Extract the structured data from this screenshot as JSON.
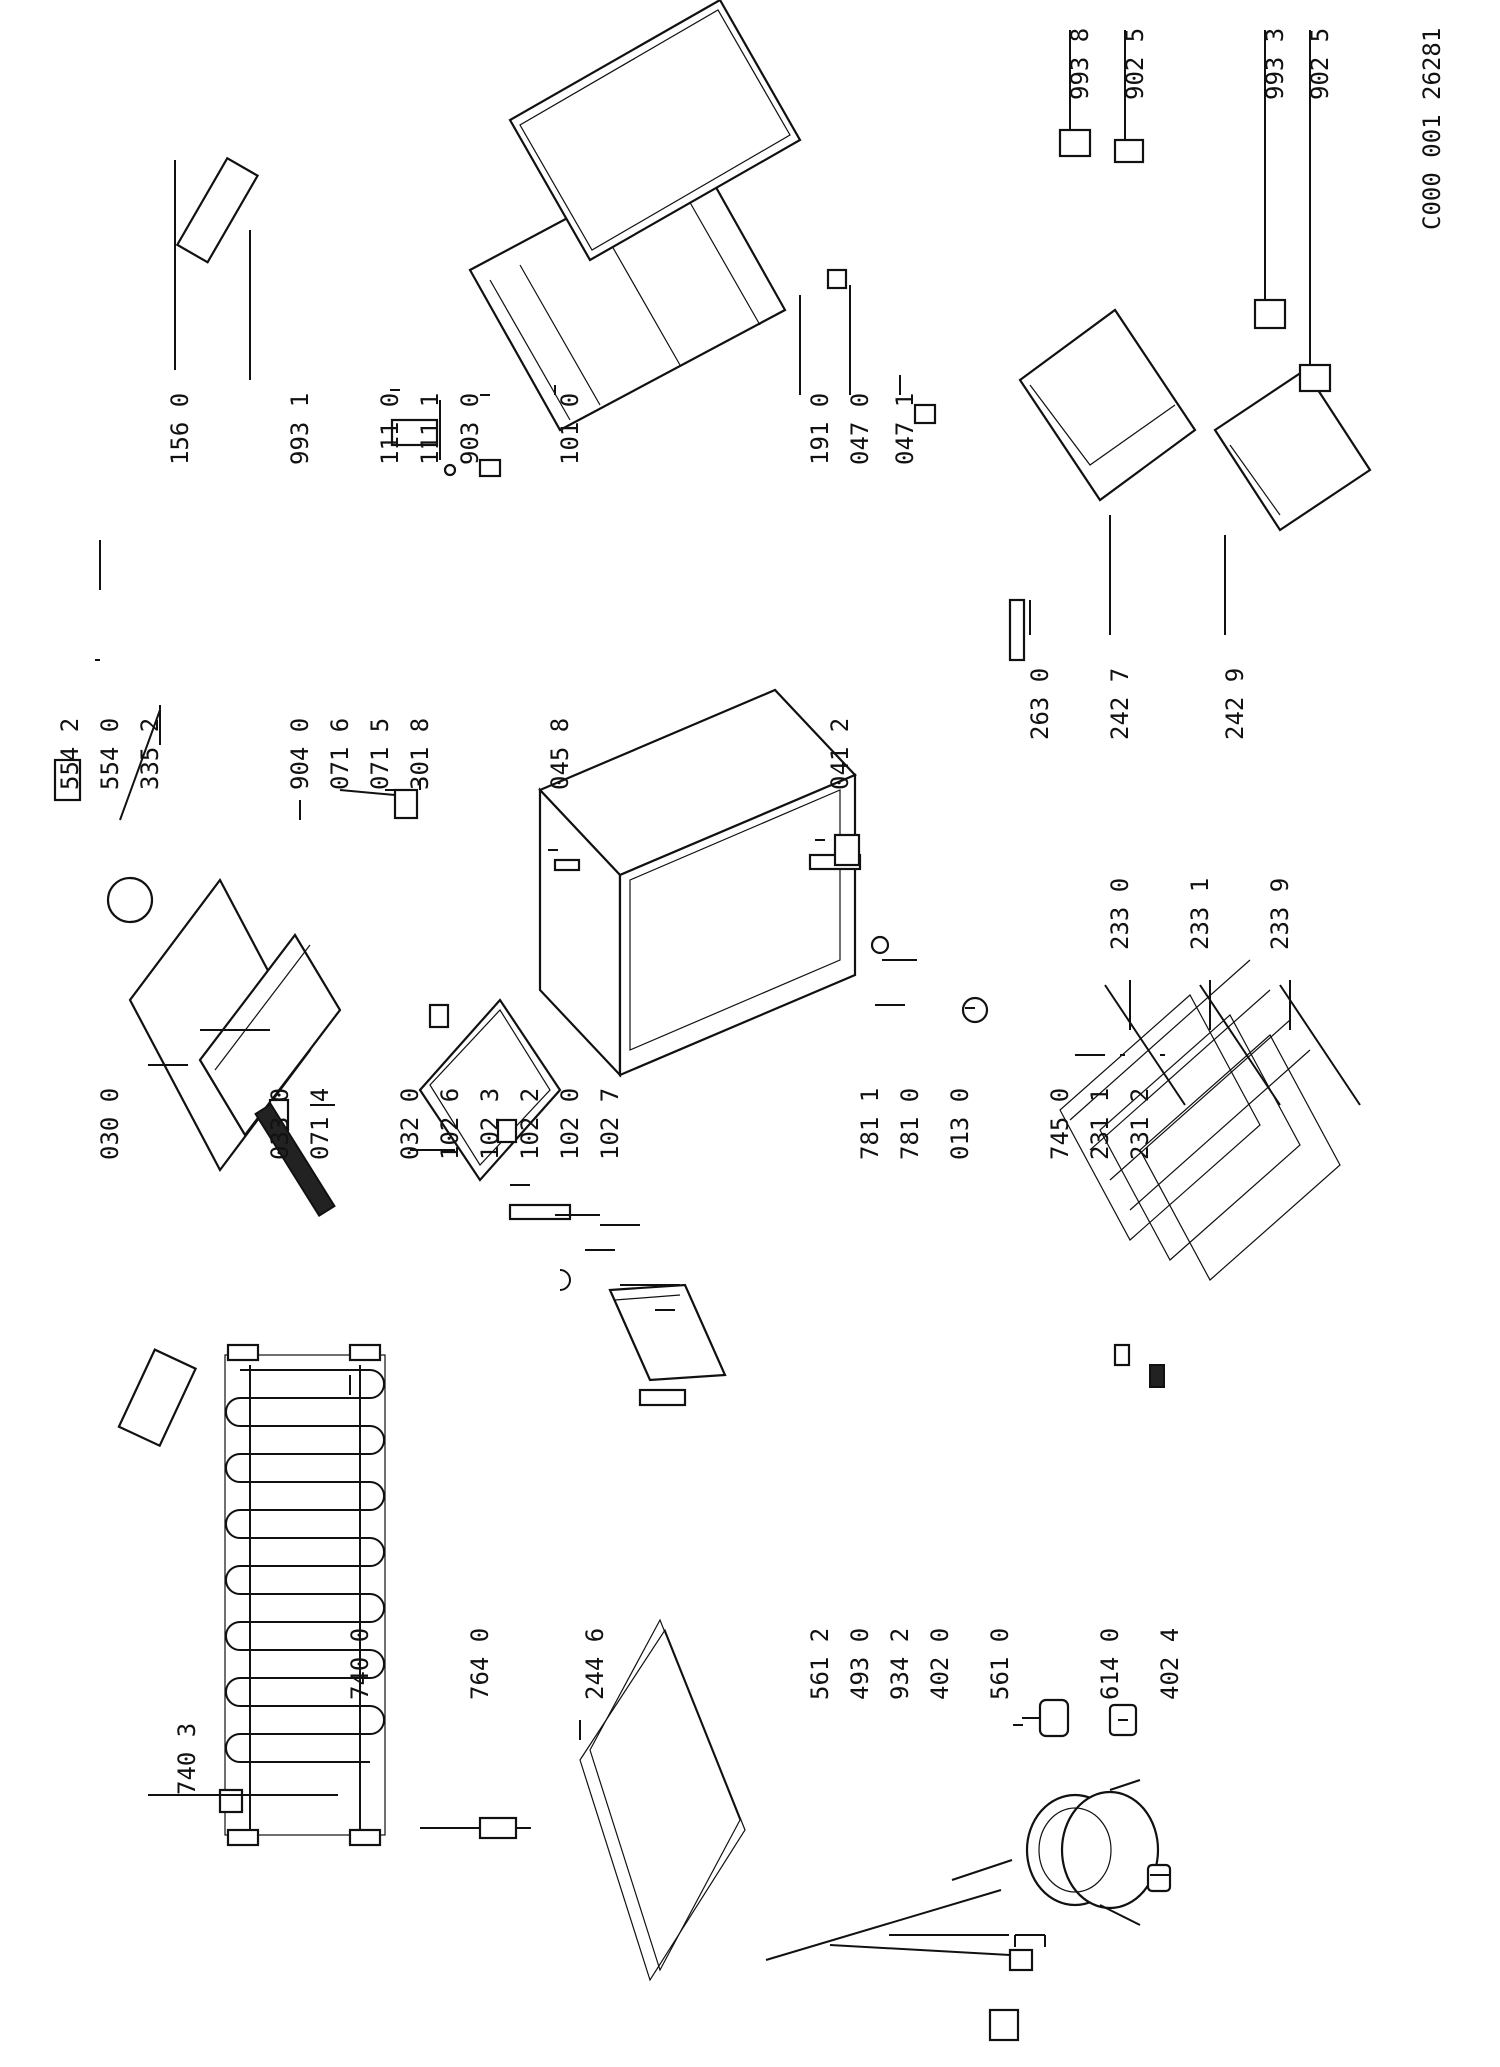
{
  "drawing_code": "C000 001 26281",
  "labels": {
    "l_740_3": "740 3",
    "l_740_0": "740 0",
    "l_764_0": "764 0",
    "l_244_6": "244 6",
    "l_561_2": "561 2",
    "l_493_0": "493 0",
    "l_934_2": "934 2",
    "l_402_0": "402 0",
    "l_561_0": "561 0",
    "l_614_0": "614 0",
    "l_402_4": "402 4",
    "l_030_0": "030 0",
    "l_033_0": "033 0",
    "l_071_4": "071 4",
    "l_032_0": "032 0",
    "l_102_6": "102 6",
    "l_102_3": "102 3",
    "l_102_2": "102 2",
    "l_102_0": "102 0",
    "l_102_7": "102 7",
    "l_781_1": "781 1",
    "l_781_0": "781 0",
    "l_013_0": "013 0",
    "l_745_0": "745 0",
    "l_231_1": "231 1",
    "l_231_2": "231 2",
    "l_554_2": "554 2",
    "l_554_0": "554 0",
    "l_335_2": "335 2",
    "l_904_0": "904 0",
    "l_071_6": "071 6",
    "l_071_5": "071 5",
    "l_301_8": "301 8",
    "l_045_8": "045 8",
    "l_041_2": "041 2",
    "l_233_0": "233 0",
    "l_233_1": "233 1",
    "l_233_9": "233 9",
    "l_156_0": "156 0",
    "l_993_1": "993 1",
    "l_111_0": "111 0",
    "l_111_1": "111 1",
    "l_903_0": "903 0",
    "l_101_0": "101 0",
    "l_191_0": "191 0",
    "l_047_0": "047 0",
    "l_047_1": "047 1",
    "l_263_0": "263 0",
    "l_242_7": "242 7",
    "l_242_9": "242 9",
    "l_993_8": "993 8",
    "l_902_5a": "902 5",
    "l_993_3": "993 3",
    "l_902_5b": "902 5"
  }
}
